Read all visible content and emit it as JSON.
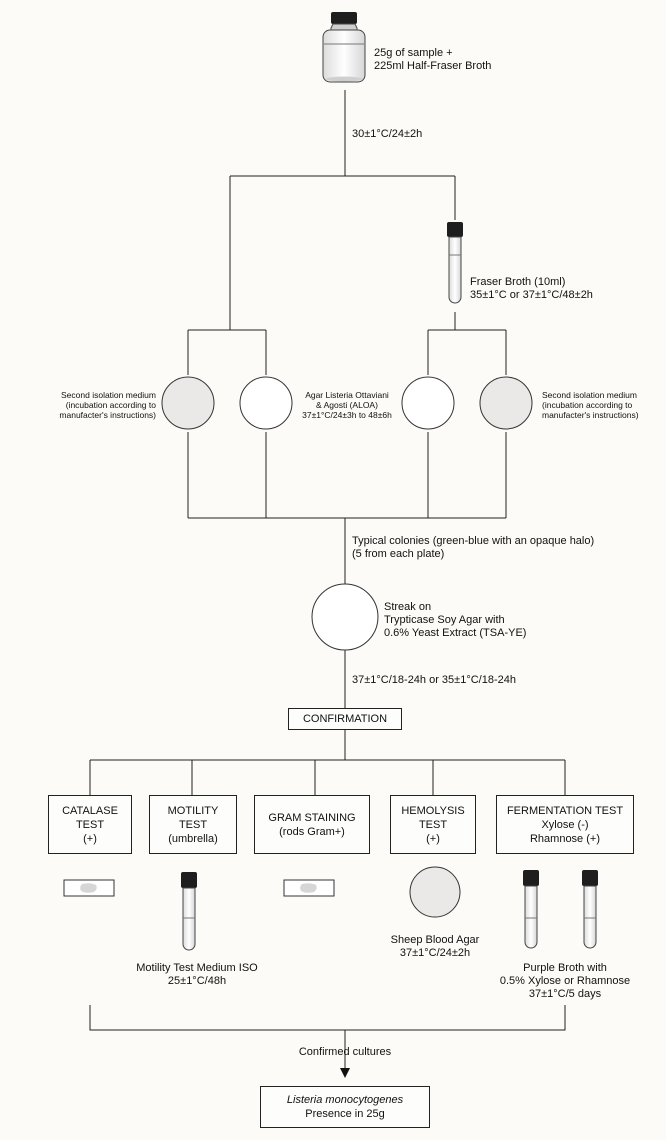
{
  "start": {
    "line1": "25g of sample +",
    "line2": "225ml Half-Fraser Broth"
  },
  "incubation1": "30±1°C/24±2h",
  "fraser": {
    "line1": "Fraser Broth (10ml)",
    "line2": "35±1°C or 37±1°C/48±2h"
  },
  "second_left": {
    "line1": "Second isolation medium",
    "line2": "(incubation according to",
    "line3": "manufacter's instructions)"
  },
  "aloa": {
    "line1": "Agar Listeria Ottaviani",
    "line2": "& Agosti (ALOA)",
    "line3": "37±1°C/24±3h to 48±6h"
  },
  "second_right": {
    "line1": "Second isolation medium",
    "line2": "(incubation according to",
    "line3": "manufacter's instructions)"
  },
  "typical": {
    "line1": "Typical colonies (green-blue with an opaque halo)",
    "line2": "(5 from each plate)"
  },
  "streak": {
    "line1": "Streak on",
    "line2": "Trypticase Soy Agar with",
    "line3": "0.6% Yeast  Extract (TSA-YE)"
  },
  "incubation2": "37±1°C/18-24h or 35±1°C/18-24h",
  "confirmation": "CONFIRMATION",
  "tests": {
    "catalase": {
      "line1": "CATALASE",
      "line2": "TEST",
      "line3": "(+)"
    },
    "motility": {
      "line1": "MOTILITY",
      "line2": "TEST",
      "line3": "(umbrella)"
    },
    "gram": {
      "line1": "GRAM STAINING",
      "line2": "(rods Gram+)"
    },
    "hemolysis": {
      "line1": "HEMOLYSIS",
      "line2": "TEST",
      "line3": "(+)"
    },
    "fermentation": {
      "line1": "FERMENTATION TEST",
      "line2": "Xylose (-)",
      "line3": "Rhamnose (+)"
    }
  },
  "motility_medium": {
    "line1": "Motility Test Medium ISO",
    "line2": "25±1°C/48h"
  },
  "blood_agar": {
    "line1": "Sheep Blood Agar",
    "line2": "37±1°C/24±2h"
  },
  "purple_broth": {
    "line1": "Purple Broth with",
    "line2": "0.5% Xylose or Rhamnose",
    "line3": "37±1°C/5 days"
  },
  "confirmed": "Confirmed cultures",
  "result": {
    "line1": "Listeria monocytogenes",
    "line2": "Presence in 25g"
  }
}
